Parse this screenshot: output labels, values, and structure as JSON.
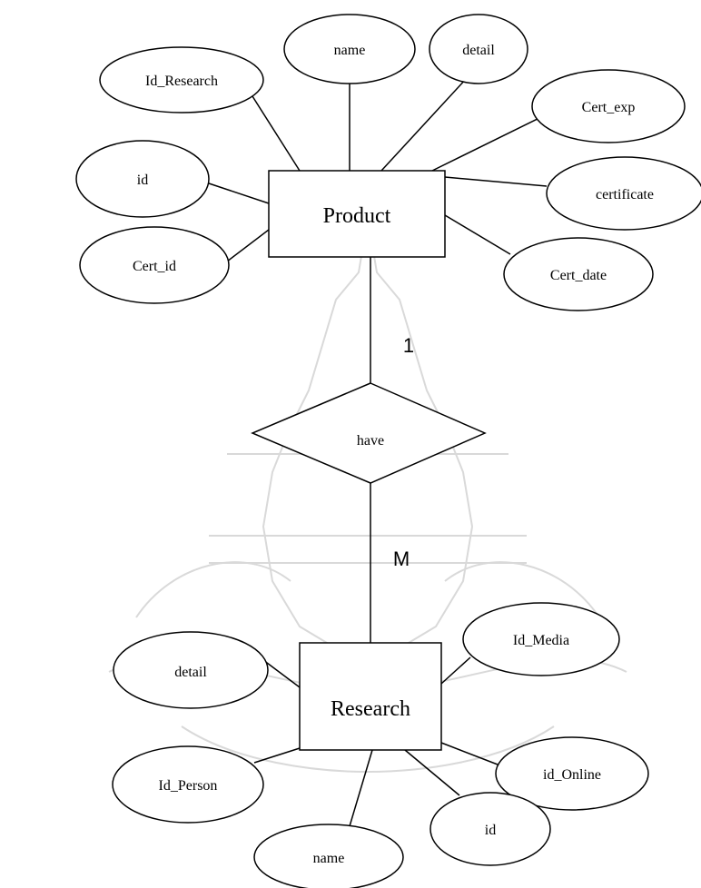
{
  "entities": {
    "product": "Product",
    "research": "Research"
  },
  "relationship": {
    "label": "have",
    "card_top": "1",
    "card_bottom": "M"
  },
  "product_attributes": {
    "id_research": "Id_Research",
    "name": "name",
    "detail": "detail",
    "cert_exp": "Cert_exp",
    "id": "id",
    "certificate": "certificate",
    "cert_id": "Cert_id",
    "cert_date": "Cert_date"
  },
  "research_attributes": {
    "detail": "detail",
    "id_media": "Id_Media",
    "id_person": "Id_Person",
    "id_online": "id_Online",
    "name": "name",
    "id": "id"
  },
  "colors": {
    "stroke": "#000000",
    "watermark": "#d9d9d9"
  }
}
